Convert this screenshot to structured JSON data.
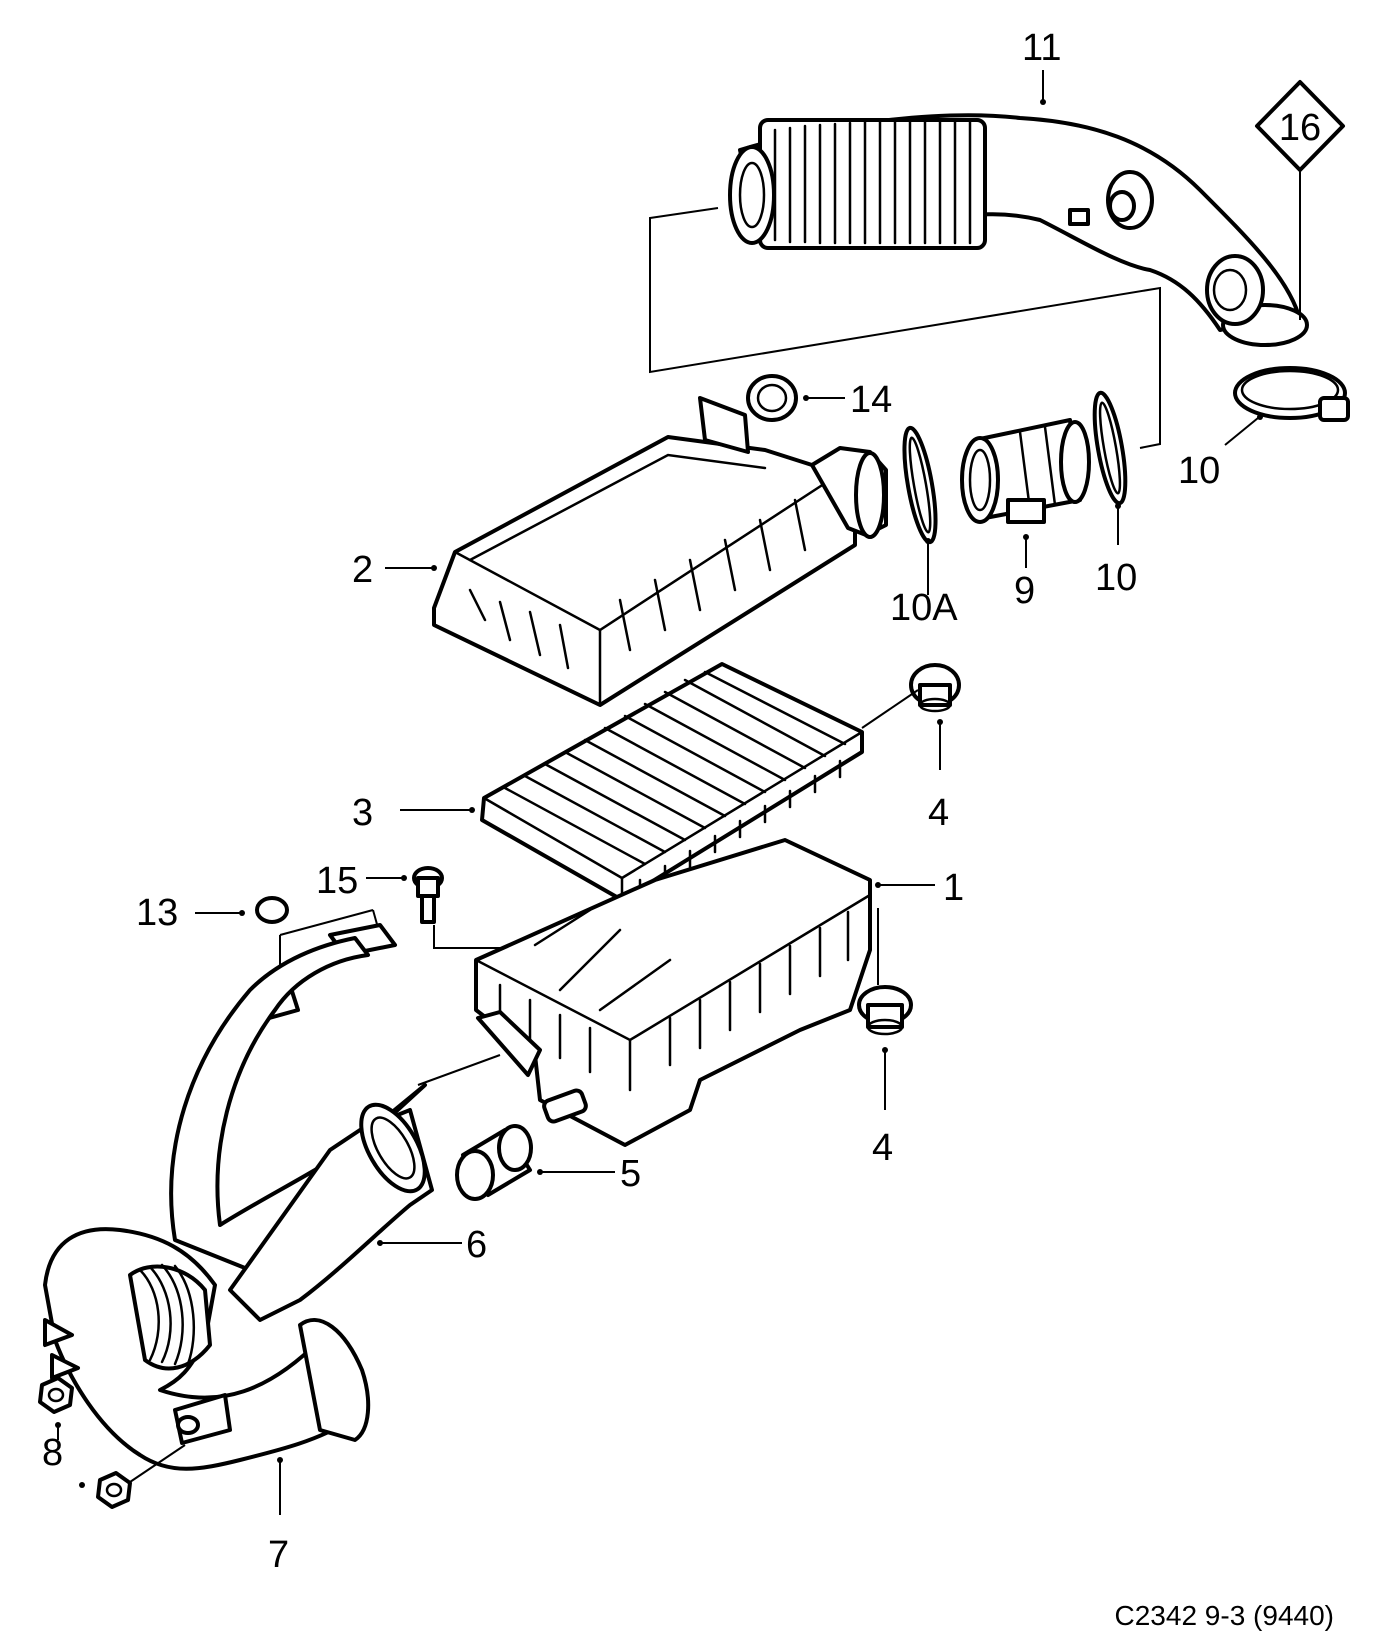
{
  "figure_code": "C2342 9-3 (9440)",
  "labels": {
    "part_1": "1",
    "part_2": "2",
    "part_3": "3",
    "part_4_top": "4",
    "part_4_bottom": "4",
    "part_5": "5",
    "part_6": "6",
    "part_7": "7",
    "part_8": "8",
    "part_9": "9",
    "part_10_mid": "10",
    "part_10_right": "10",
    "part_10a": "10A",
    "part_11": "11",
    "part_13": "13",
    "part_14": "14",
    "part_15": "15",
    "part_16": "16"
  },
  "colors": {
    "line": "#000000",
    "background": "#ffffff"
  }
}
